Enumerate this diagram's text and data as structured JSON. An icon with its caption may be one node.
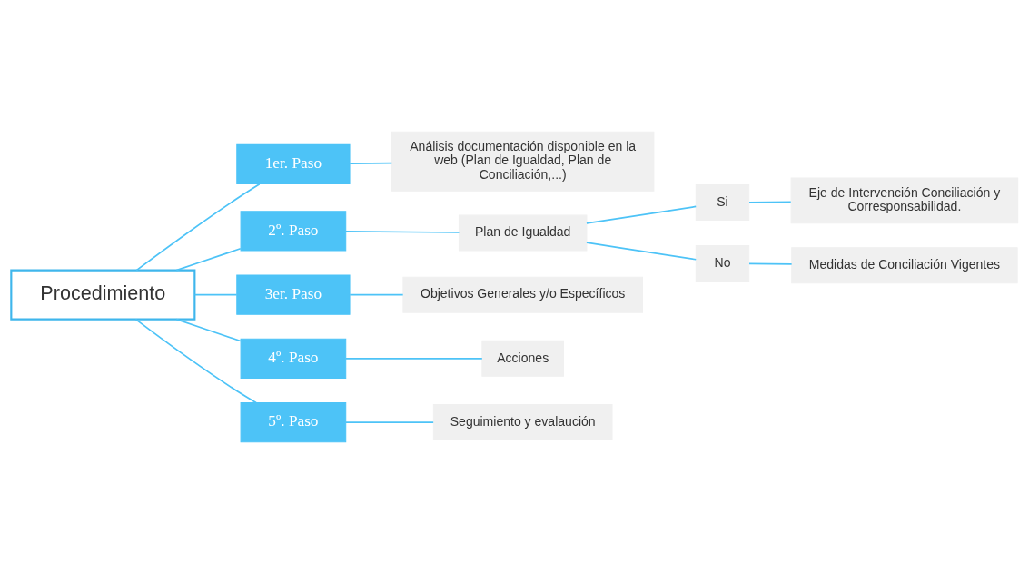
{
  "diagram": {
    "nodes": [
      {
        "text": [
          "Procedimiento"
        ]
      },
      {
        "text": [
          "1er. Paso"
        ]
      },
      {
        "text": [
          "Análisis documentación disponible en la web (Plan de Igualdad, Plan de Conciliación,...)"
        ]
      },
      {
        "text": [
          "2º. Paso"
        ]
      },
      {
        "text": [
          "Plan de Igualdad"
        ]
      },
      {
        "text": [
          "Si"
        ]
      },
      {
        "text": [
          "Eje de Intervención Conciliación y Corresponsabilidad."
        ]
      },
      {
        "text": [
          "No"
        ]
      },
      {
        "text": [
          "Medidas de Conciliación Vigentes"
        ]
      },
      {
        "text": [
          "3er. Paso"
        ]
      },
      {
        "text": [
          "Objetivos Generales y/o Específicos"
        ]
      },
      {
        "text": [
          "4º. Paso"
        ]
      },
      {
        "text": [
          "Acciones"
        ]
      },
      {
        "text": [
          "5º. Paso"
        ]
      },
      {
        "text": [
          "Seguimiento y evalaución"
        ]
      }
    ],
    "edges": [
      {
        "from": 0,
        "to": 1,
        "arrow": "none"
      },
      {
        "from": 0,
        "to": 3,
        "arrow": "none"
      },
      {
        "from": 0,
        "to": 9,
        "arrow": "none"
      },
      {
        "from": 0,
        "to": 11,
        "arrow": "none"
      },
      {
        "from": 0,
        "to": 13,
        "arrow": "none"
      },
      {
        "from": 1,
        "to": 2,
        "arrow": "none"
      },
      {
        "from": 3,
        "to": 4,
        "arrow": "none"
      },
      {
        "from": 4,
        "to": 5,
        "arrow": "none"
      },
      {
        "from": 4,
        "to": 7,
        "arrow": "none"
      },
      {
        "from": 5,
        "to": 6,
        "arrow": "none"
      },
      {
        "from": 7,
        "to": 8,
        "arrow": "none"
      },
      {
        "from": 9,
        "to": 10,
        "arrow": "none"
      },
      {
        "from": 11,
        "to": 12,
        "arrow": "none"
      },
      {
        "from": 13,
        "to": 14,
        "arrow": "none"
      }
    ]
  }
}
